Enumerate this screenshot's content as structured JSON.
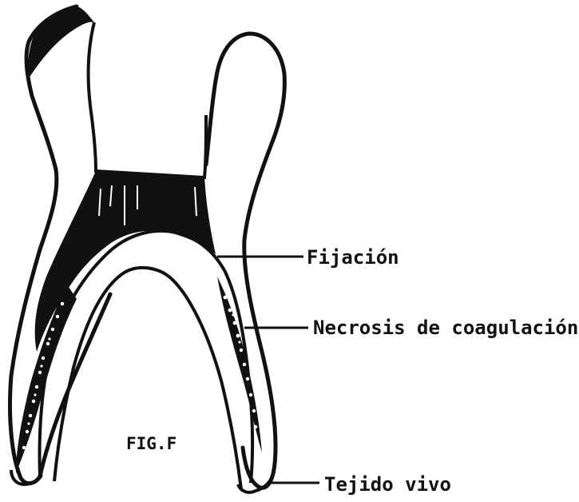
{
  "figure": {
    "caption": "FIG.F",
    "labels": {
      "fixation": "Fijación",
      "necrosis": "Necrosis de coagulación",
      "live_tissue": "Tejido vivo"
    }
  },
  "colors": {
    "ink": "#111111",
    "paper": "#ffffff"
  }
}
